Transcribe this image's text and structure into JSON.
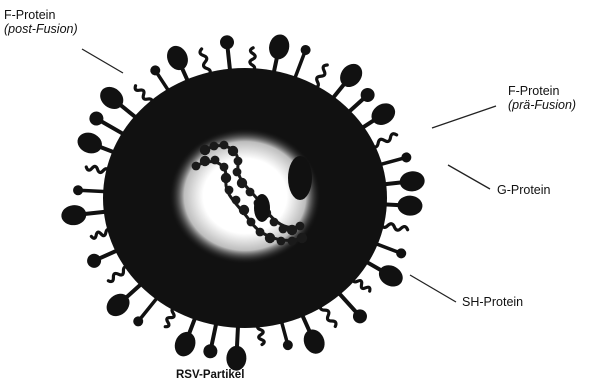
{
  "labels": {
    "f_post": {
      "line1": "F-Protein",
      "line2": "(post-Fusion)"
    },
    "f_pre": {
      "line1": "F-Protein",
      "line2": "(prä-Fusion)"
    },
    "g": "G-Protein",
    "sh": "SH-Protein"
  },
  "caption": "RSV-Partikel",
  "colors": {
    "envelope": "#111111",
    "core_glow": "#ffffff",
    "nucleocapsid": "#1a1a1a",
    "leader_line": "#222222"
  }
}
